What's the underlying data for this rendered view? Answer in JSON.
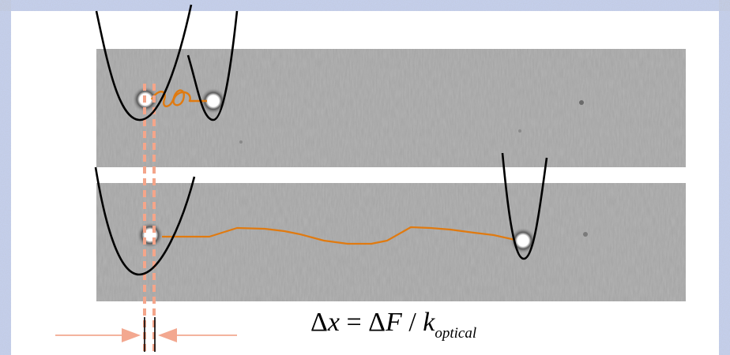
{
  "equation": {
    "delta_x": "Δ",
    "x": "x",
    "equals": " = ",
    "delta_f": "Δ",
    "f": "F",
    "slash": " / ",
    "k": "k",
    "subscript": "optical"
  },
  "colors": {
    "slide_border": "#b9c6ee",
    "image_gray": "#b4b4b4",
    "trajectory": "#e07a10",
    "dashed_guide": "#f4a58a",
    "arrow": "#f3a890",
    "potential_well": "#000000"
  }
}
